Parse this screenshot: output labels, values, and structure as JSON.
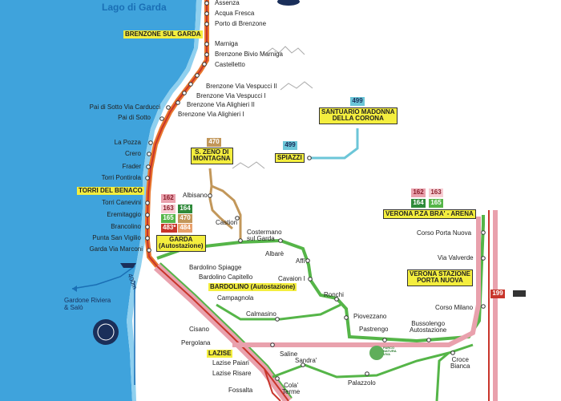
{
  "colors": {
    "lake": "#3fa3dc",
    "shore": "#8fd0ef",
    "line_orange": "#e8762d",
    "line_red": "#c8352b",
    "line_green": "#55b548",
    "line_pink": "#e9a1ad",
    "line_lightblue": "#6cc6d8",
    "line_brown": "#c2975a",
    "highlight": "#f4ee3e"
  },
  "lake_label": "Lago di Garda",
  "west_stops": [
    {
      "name": "Assenza"
    },
    {
      "name": "Acqua Fresca"
    },
    {
      "name": "Porto di Brenzone"
    },
    {
      "name": "Marniga"
    },
    {
      "name": "Brenzone Bivio Marniga"
    },
    {
      "name": "Castelletto"
    },
    {
      "name": "Brenzone Via Vespucci II"
    },
    {
      "name": "Brenzone Via Vespucci I"
    },
    {
      "name": "Brenzone Via Alighieri II"
    },
    {
      "name": "Brenzone Via Alighieri I"
    },
    {
      "name": "Pai di Sotto Via Carducci"
    },
    {
      "name": "Pai di Sotto"
    },
    {
      "name": "La Pozza"
    },
    {
      "name": "Crero"
    },
    {
      "name": "Frader"
    },
    {
      "name": "Torri Pontirola"
    },
    {
      "name": "Torri Canevini"
    },
    {
      "name": "Eremitaggio"
    },
    {
      "name": "Brancolino"
    },
    {
      "name": "Punta San Vigilio"
    },
    {
      "name": "Garda Via Marconi"
    }
  ],
  "highlight_labels": {
    "brenzone": "BRENZONE SUL GARDA",
    "torri": "TORRI DEL BENACO",
    "garda": "GARDA\n(Autostazione)",
    "bardolino": "BARDOLINO (Autostazione)",
    "lazise": "LAZISE",
    "zeno": "S. ZENO DI\nMONTAGNA",
    "santuario": "SANTUARIO MADONNA\nDELLA CORONA",
    "spiazzi": "SPIAZZI",
    "verona_bra": "VERONA P.ZA BRA' - ARENA",
    "verona_pn": "VERONA STAZIONE\nPORTA NUOVA"
  },
  "inland_stops": {
    "albisano": "Albisano",
    "castion": "Castion",
    "costermano": "Costermano\nsul Garda",
    "bardolino_spiagge": "Bardolino Spiagge",
    "bardolino_capitello": "Bardolino Capitello",
    "campagnola": "Campagnola",
    "albare": "Albarè",
    "affi": "Affi",
    "cavaion": "Cavaion I",
    "ronchi": "Ronchi",
    "calmasino": "Calmasino",
    "piovezzano": "Piovezzano",
    "pastrengo": "Pastrengo",
    "bussolengo": "Bussolengo\nAutostazione",
    "cisano": "Cisano",
    "pergolana": "Pergolana",
    "saline": "Saline",
    "lazise_paiari": "Lazise Paiari",
    "lazise_risare": "Lazise Risare",
    "sandra": "Sandra'",
    "palazzolo": "Palazzolo",
    "fossalta": "Fossalta",
    "cola_terme": "Cola'\nTerme",
    "corso_porta_nuova": "Corso Porta Nuova",
    "via_valverde": "Via Valverde",
    "corso_milano": "Corso Milano",
    "croce_bianca": "Croce\nBianca"
  },
  "ferry_label": "Gardone Riviera\n& Salò",
  "distance_label": "400m",
  "badges": {
    "zeno_line": "470",
    "santuario_line": "499",
    "spiazzi_line": "499",
    "garda_lines": [
      "162",
      "163",
      "164",
      "165",
      "470",
      "483*",
      "484"
    ],
    "verona_lines": [
      "162",
      "163",
      "164",
      "165"
    ],
    "verona_pn_line": "199"
  },
  "logo_texts": {
    "parco": "PARCO\nNATURA\nVIVA"
  }
}
